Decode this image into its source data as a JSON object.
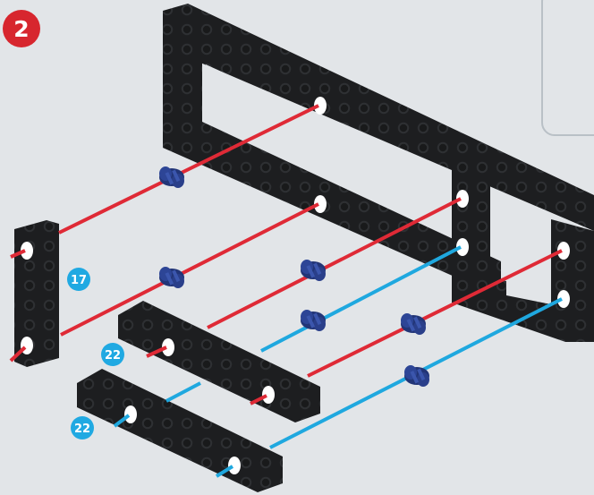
{
  "step": {
    "number": "2",
    "badge_color": "#d7262e"
  },
  "part_counts": [
    {
      "label": "17"
    },
    {
      "label": "22"
    },
    {
      "label": "22"
    }
  ],
  "colors": {
    "background": "#e2e5e8",
    "beam": "#1d1e20",
    "stud": "#2e3033",
    "hole": "#ffffff",
    "red_axle": "#df2a36",
    "blue_axle": "#1fa8df",
    "count_badge": "#20a9e2",
    "connector_pin": "#2a3f8a",
    "note_box_border": "#b9c0c6"
  },
  "icons": [
    "red-axle-icon",
    "blue-axle-icon",
    "connector-pin-icon"
  ]
}
